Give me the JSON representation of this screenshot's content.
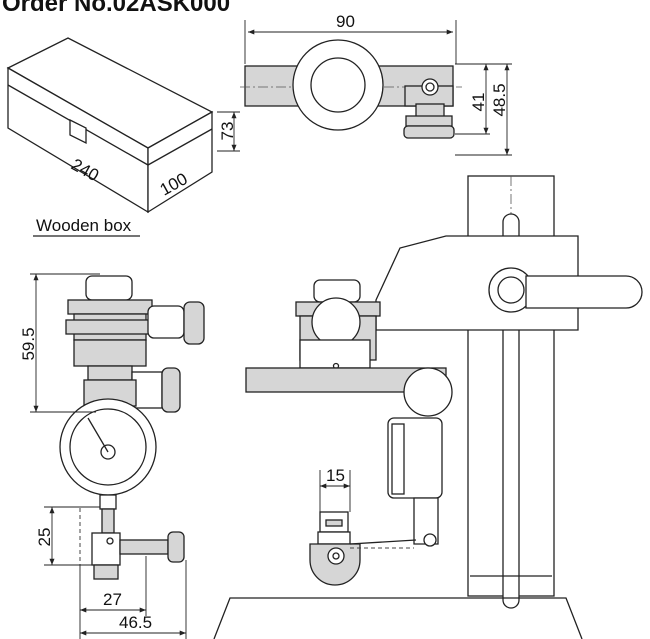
{
  "title": "Order No.02ASK000",
  "box": {
    "caption": "Wooden box",
    "length": "240",
    "width": "100",
    "height": "73"
  },
  "top_view": {
    "width": "90",
    "height_a": "41",
    "height_b": "48.5"
  },
  "side_view": {
    "height": "59.5",
    "small_h": "25",
    "offset_a": "27",
    "offset_b": "46.5"
  },
  "front_view": {
    "tip_width": "15"
  }
}
